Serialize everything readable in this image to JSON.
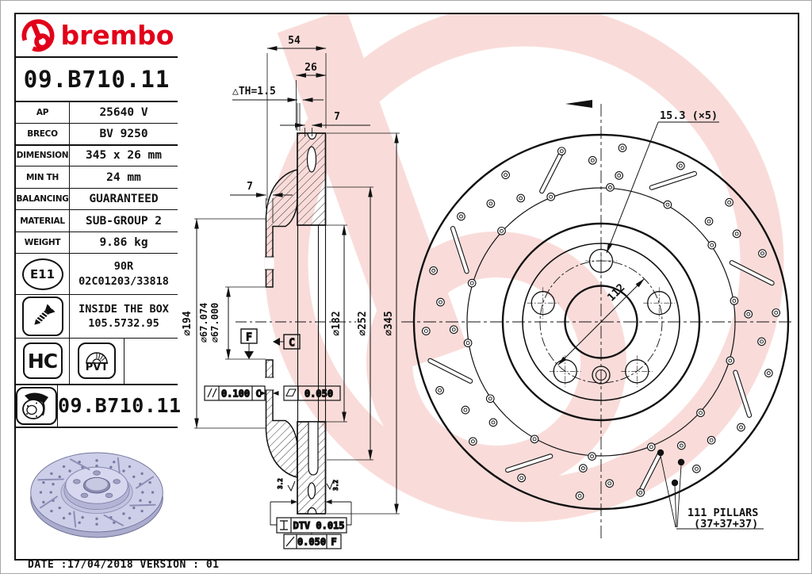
{
  "brand": {
    "name": "brembo",
    "red": "#e2001a",
    "watermark_pink": "#f9dcd9"
  },
  "part_number": "09.B710.11",
  "spec_table": {
    "rows": [
      {
        "label": "AP",
        "value": "25640 V"
      },
      {
        "label": "BRECO",
        "value": "BV 9250"
      },
      {
        "label": "DIMENSION",
        "value": "345 x 26 mm"
      },
      {
        "label": "MIN TH",
        "value": "24 mm"
      },
      {
        "label": "BALANCING",
        "value": "GUARANTEED"
      },
      {
        "label": "MATERIAL",
        "value": "SUB-GROUP 2"
      },
      {
        "label": "WEIGHT",
        "value": "9.86 kg"
      }
    ],
    "e11": {
      "badge": "E11",
      "line1": "90R",
      "line2": "02C01203/33818"
    },
    "inside_box": {
      "line1": "INSIDE THE BOX",
      "line2": "105.5732.95"
    },
    "icons": {
      "hc": "HC",
      "pvt": "PVT"
    },
    "footer_part_number": "09.B710.11"
  },
  "section_view": {
    "dims": {
      "width_total": "54",
      "width_disc": "26",
      "th": "△TH=1.5",
      "t7a": "7",
      "t7b": "7",
      "d194": "∅194",
      "d67a": "∅67.074",
      "d67b": "∅67.000",
      "d182": "∅182",
      "d252": "∅252",
      "d345": "∅345",
      "rough_left": "3.2",
      "rough_right": "3.2"
    },
    "datums": {
      "f": "F",
      "c": "C"
    },
    "tolerances": {
      "parallel_value": "0.100",
      "parallel_ref": "C",
      "flat_value": "0.050",
      "dtv": "DTV 0.015",
      "runout_value": "0.050",
      "runout_ref": "F"
    }
  },
  "front_view": {
    "bolt_hole": "15.3 (×5)",
    "bcd": "112",
    "pillars_line1": "111 PILLARS",
    "pillars_line2": "(37+37+37)"
  },
  "footer": {
    "date_line": "DATE :17/04/2018 VERSION : 01"
  }
}
